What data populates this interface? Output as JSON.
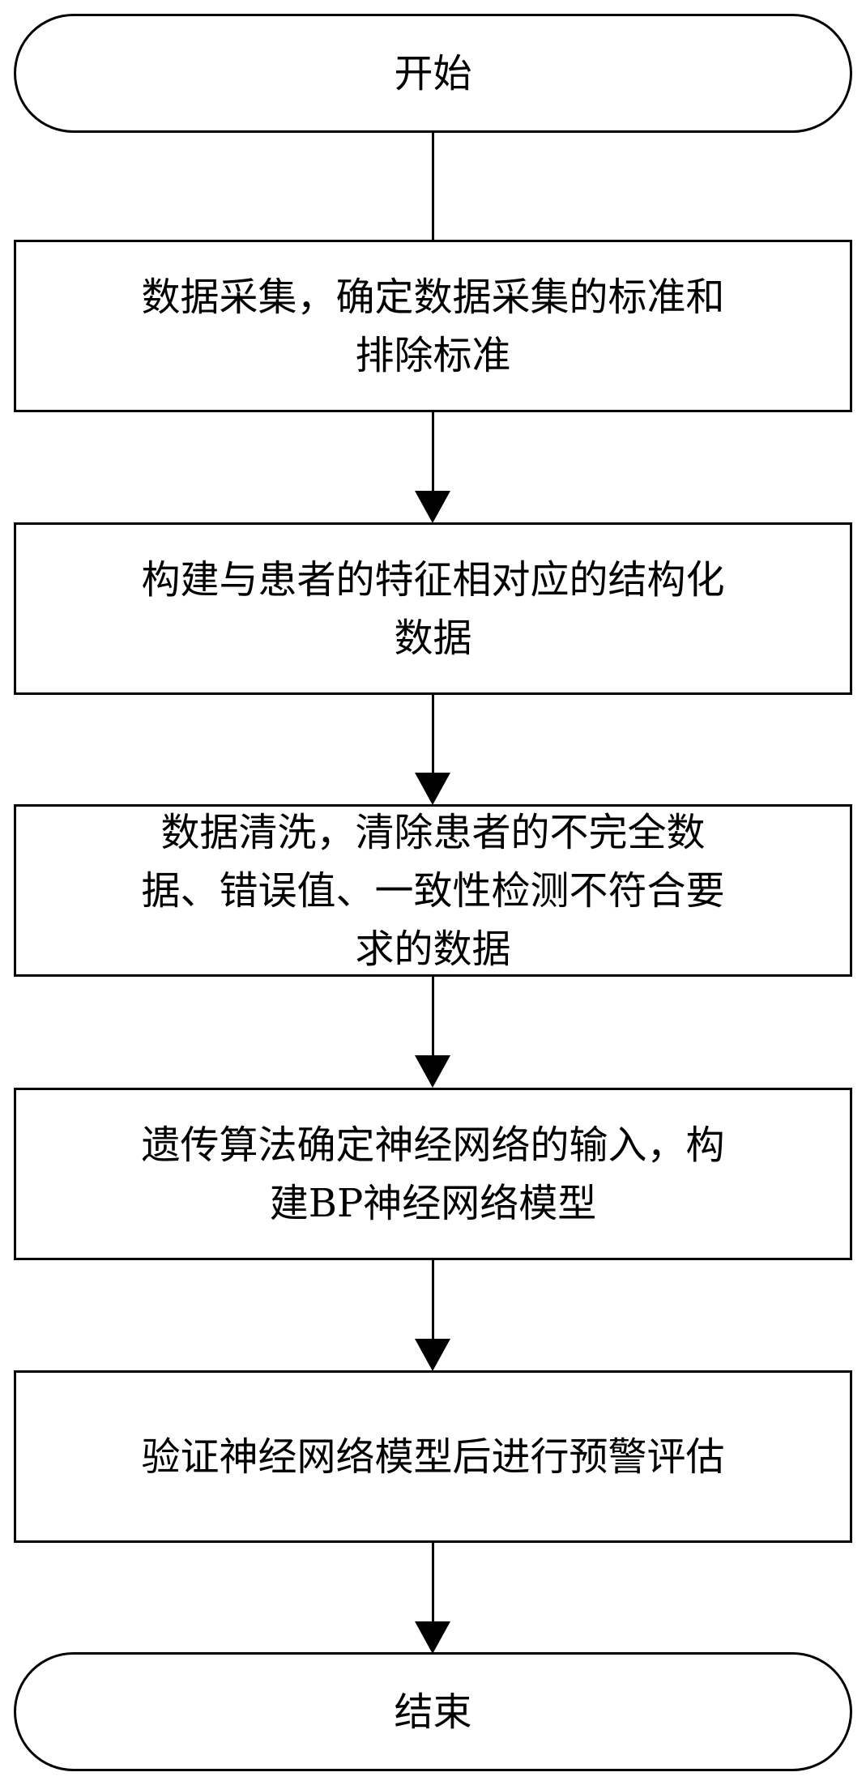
{
  "flowchart": {
    "start": {
      "label": "开始"
    },
    "steps": [
      {
        "label": "数据采集，确定数据采集的标准和\n排除标准"
      },
      {
        "label": "构建与患者的特征相对应的结构化\n数据"
      },
      {
        "label": "数据清洗，清除患者的不完全数\n据、错误值、一致性检测不符合要\n求的数据"
      },
      {
        "label": "遗传算法确定神经网络的输入，构\n建BP神经网络模型"
      },
      {
        "label": "验证神经网络模型后进行预警评估"
      }
    ],
    "end": {
      "label": "结束"
    }
  }
}
